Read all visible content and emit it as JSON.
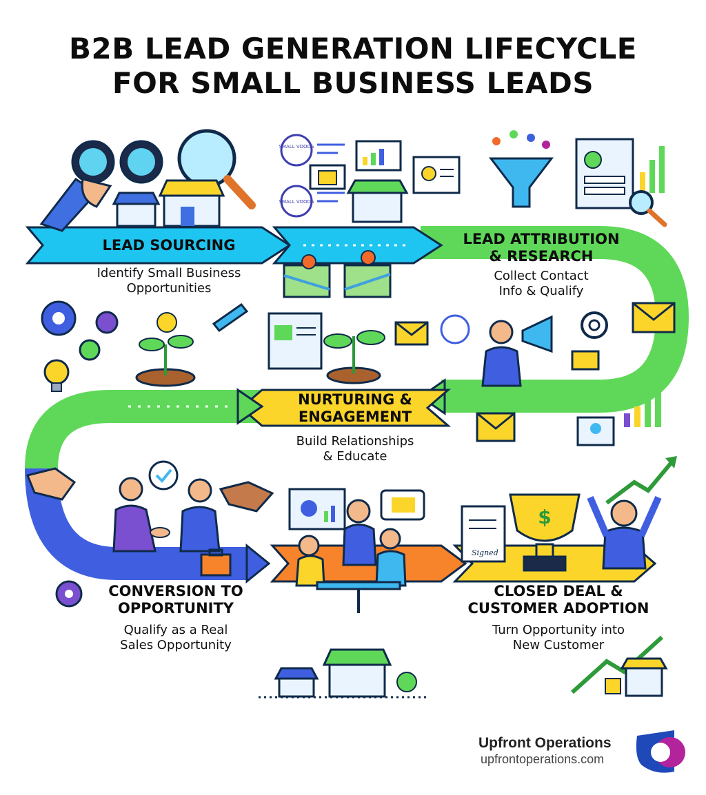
{
  "title": {
    "line1": "B2B LEAD GENERATION LIFECYCLE",
    "line2": "FOR SMALL BUSINESS LEADS"
  },
  "stages": {
    "lead_sourcing": {
      "title": "LEAD SOURCING",
      "subtitle_line1": "Identify Small Business",
      "subtitle_line2": "Opportunities"
    },
    "attribution": {
      "title_line1": "LEAD ATTRIBUTION",
      "title_line2": "& RESEARCH",
      "subtitle_line1": "Collect Contact",
      "subtitle_line2": "Info & Qualify"
    },
    "nurturing": {
      "title_line1": "NURTURING &",
      "title_line2": "ENGAGEMENT",
      "subtitle_line1": "Build Relationships",
      "subtitle_line2": "& Educate"
    },
    "conversion": {
      "title_line1": "CONVERSION TO",
      "title_line2": "OPPORTUNITY",
      "subtitle_line1": "Qualify as a Real",
      "subtitle_line2": "Sales Opportunity"
    },
    "closed": {
      "title_line1": "CLOSED DEAL &",
      "title_line2": "CUSTOMER ADOPTION",
      "subtitle_line1": "Turn Opportunity into",
      "subtitle_line2": "New Customer"
    }
  },
  "illustration_labels": {
    "store_badge_1": "SMALL VOODS",
    "store_badge_2": "SMALL VOODS",
    "signed_document": "Signed"
  },
  "brand": {
    "name": "Upfront Operations",
    "url": "upfrontoperations.com"
  },
  "colors": {
    "cyan_arrow": "#1ec5f0",
    "green_path": "#5fd85a",
    "yellow_banner": "#fcd52a",
    "blue_path": "#3f5fe0",
    "orange_arrow": "#f7832a",
    "logo_blue": "#1f49b8",
    "logo_magenta": "#b3239c"
  }
}
